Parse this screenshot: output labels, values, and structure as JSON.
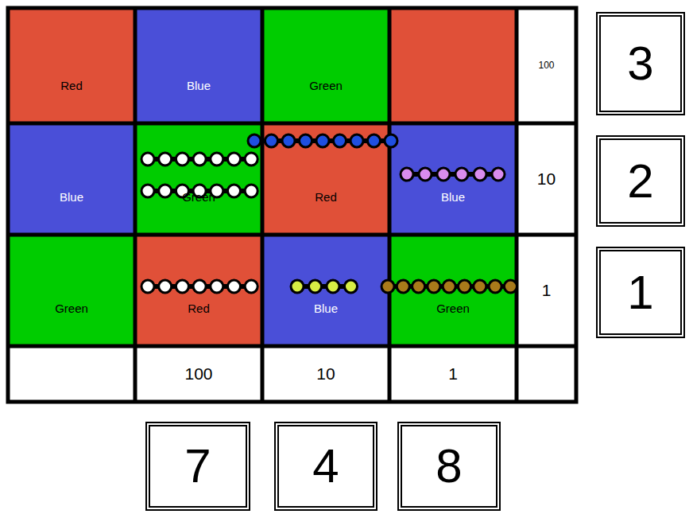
{
  "diagram": {
    "nodes": [
      {
        "text": [
          "Red"
        ]
      },
      {
        "text": [
          "Blue"
        ]
      },
      {
        "text": [
          "Green"
        ]
      },
      {
        "text": [
          "100"
        ]
      },
      {
        "text": [
          "3"
        ]
      },
      {
        "text": [
          "Blue"
        ]
      },
      {
        "text": [
          "Green"
        ]
      },
      {
        "text": [
          "Red"
        ]
      },
      {
        "text": [
          "Blue"
        ]
      },
      {
        "text": [
          "10"
        ]
      },
      {
        "text": [
          "2"
        ]
      },
      {
        "text": [
          "Green"
        ]
      },
      {
        "text": [
          "Red"
        ]
      },
      {
        "text": [
          "Blue"
        ]
      },
      {
        "text": [
          "Green"
        ]
      },
      {
        "text": [
          "1"
        ]
      },
      {
        "text": [
          "1"
        ]
      },
      {
        "text": [
          "100"
        ]
      },
      {
        "text": [
          "10"
        ]
      },
      {
        "text": [
          "1"
        ]
      },
      {
        "text": [
          "7"
        ]
      },
      {
        "text": [
          "4"
        ]
      },
      {
        "text": [
          "8"
        ]
      }
    ]
  }
}
